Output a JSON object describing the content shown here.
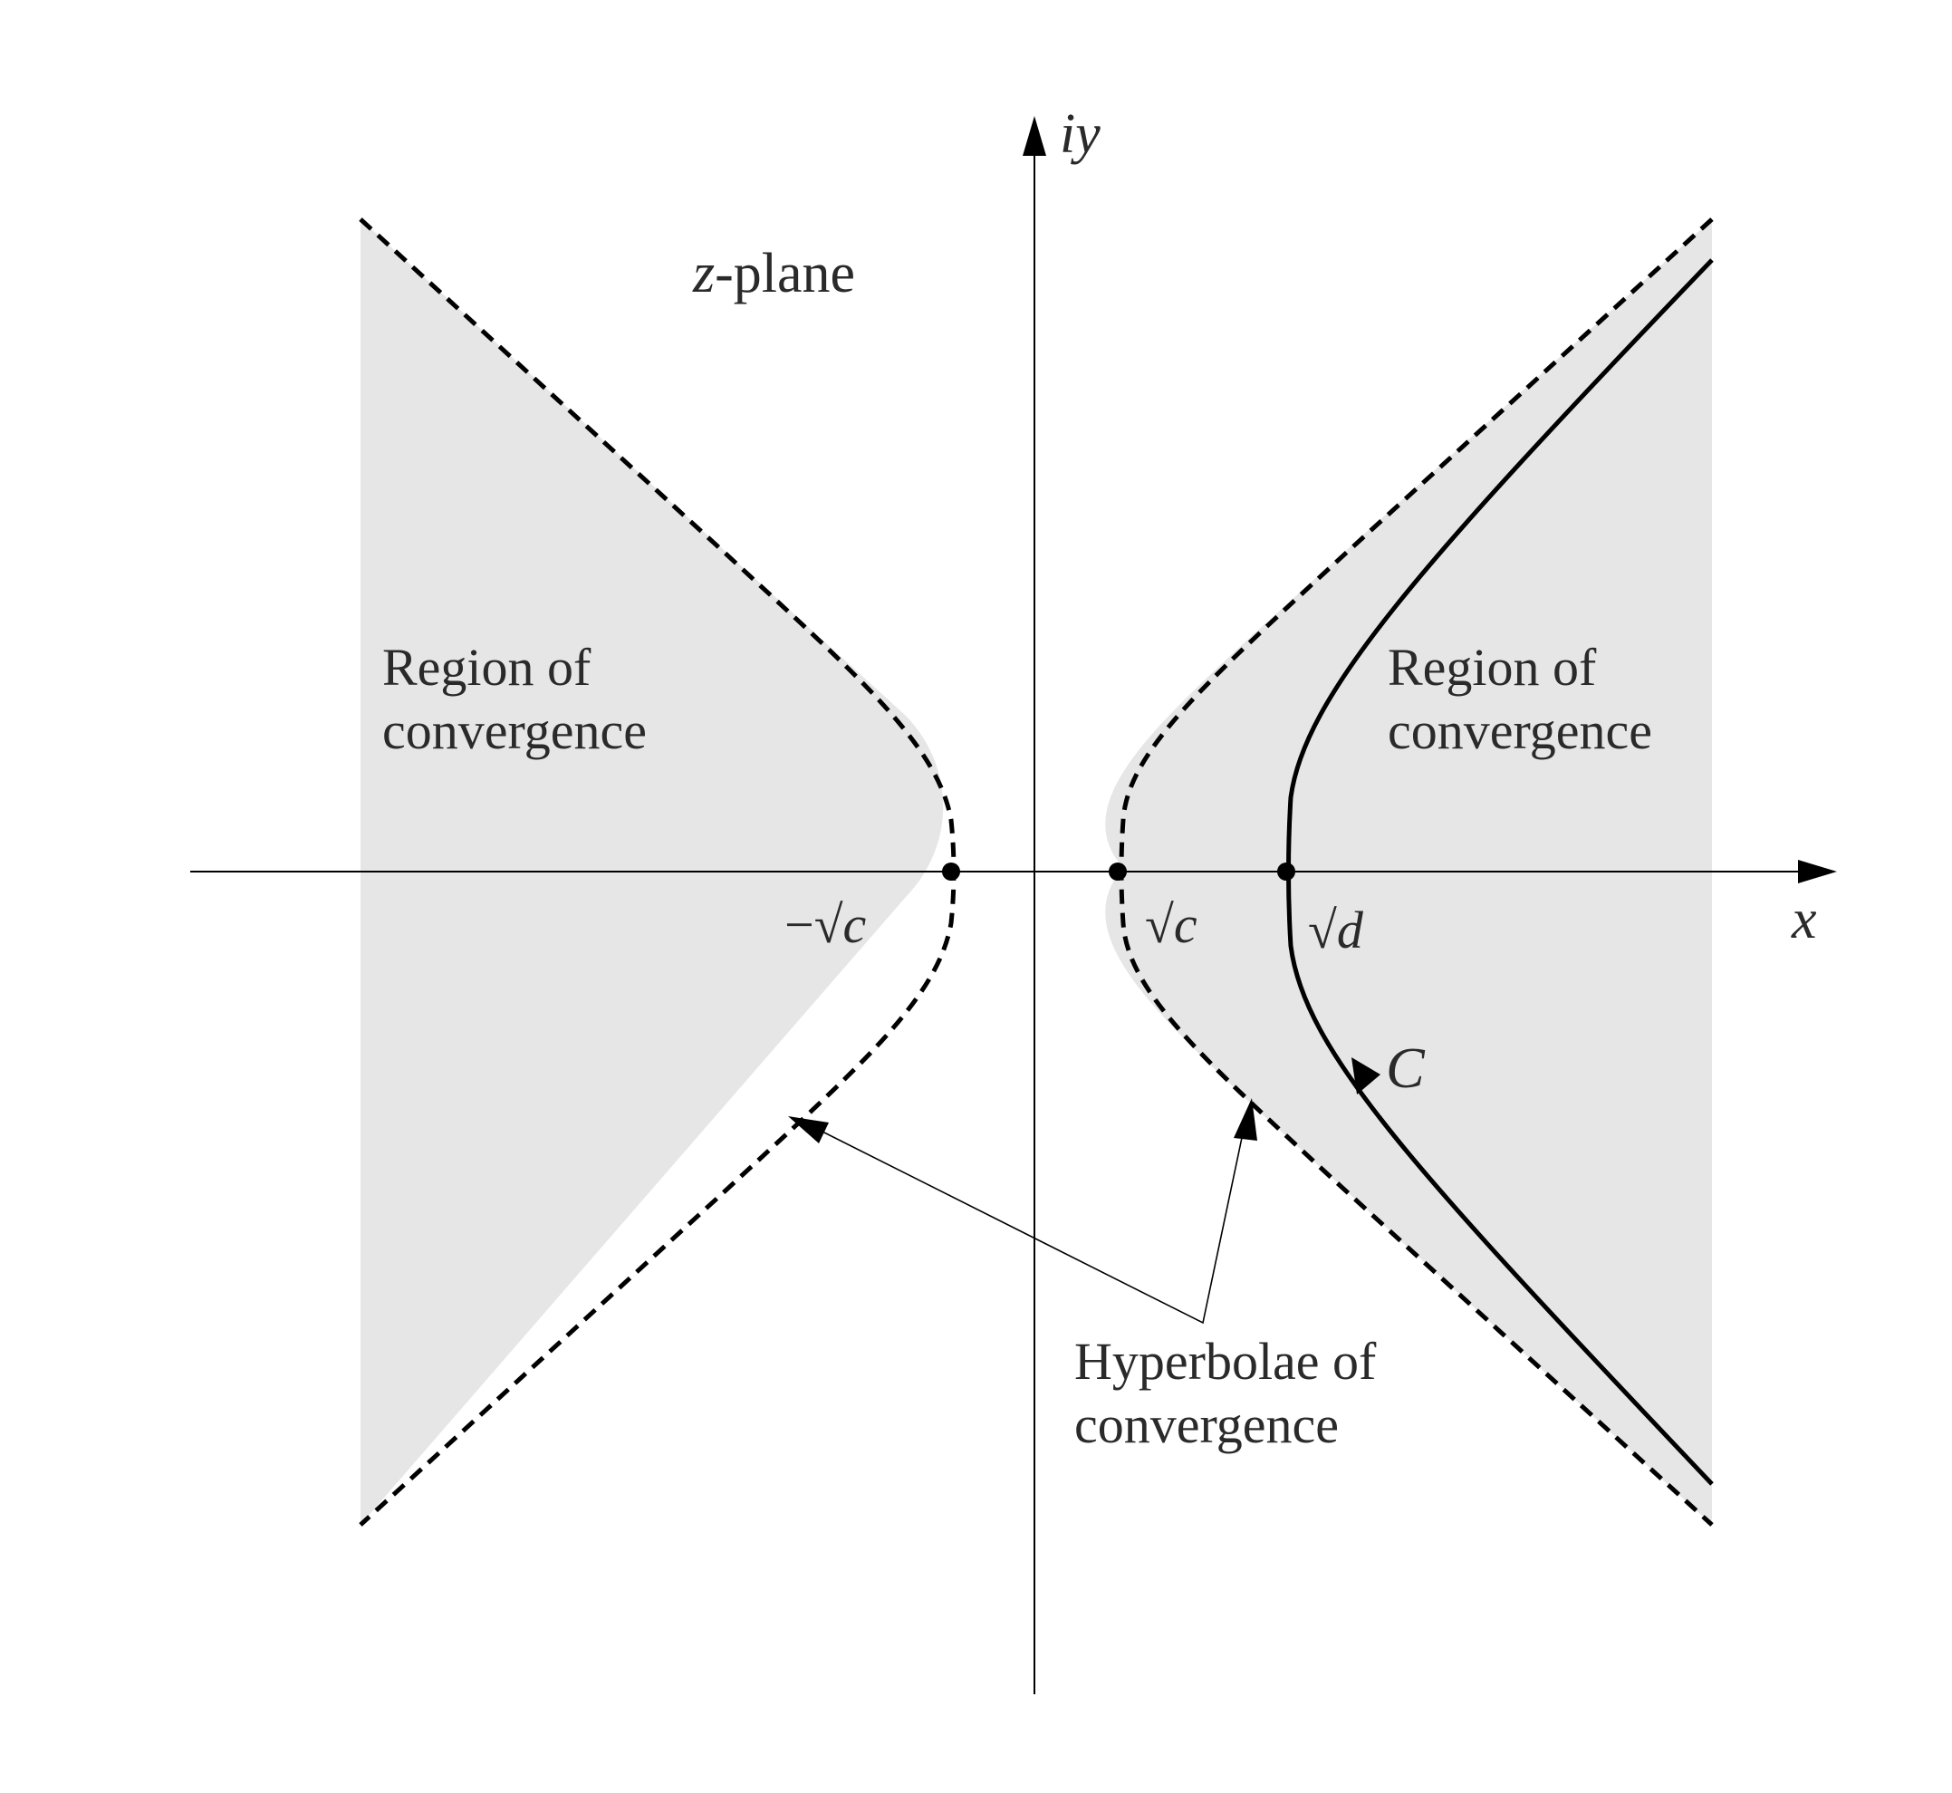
{
  "diagram": {
    "plane_label_var": "z",
    "plane_label_rest": "-plane",
    "axis_x_label": "x",
    "axis_y_label": "iy",
    "region_left": {
      "line1": "Region of",
      "line2": "convergence"
    },
    "region_right": {
      "line1": "Region of",
      "line2": "convergence"
    },
    "hyperbolae": {
      "line1": "Hyperbolae of",
      "line2": "convergence"
    },
    "point_neg_sqrt_c": {
      "prefix": "−√",
      "var": "c"
    },
    "point_sqrt_c": {
      "prefix": "√",
      "var": "c"
    },
    "point_sqrt_d": {
      "prefix": "√",
      "var": "d"
    },
    "contour_label": "C",
    "colors": {
      "region_fill": "#e6e6e6",
      "ink": "#000000",
      "text": "#2a2a2a"
    }
  }
}
